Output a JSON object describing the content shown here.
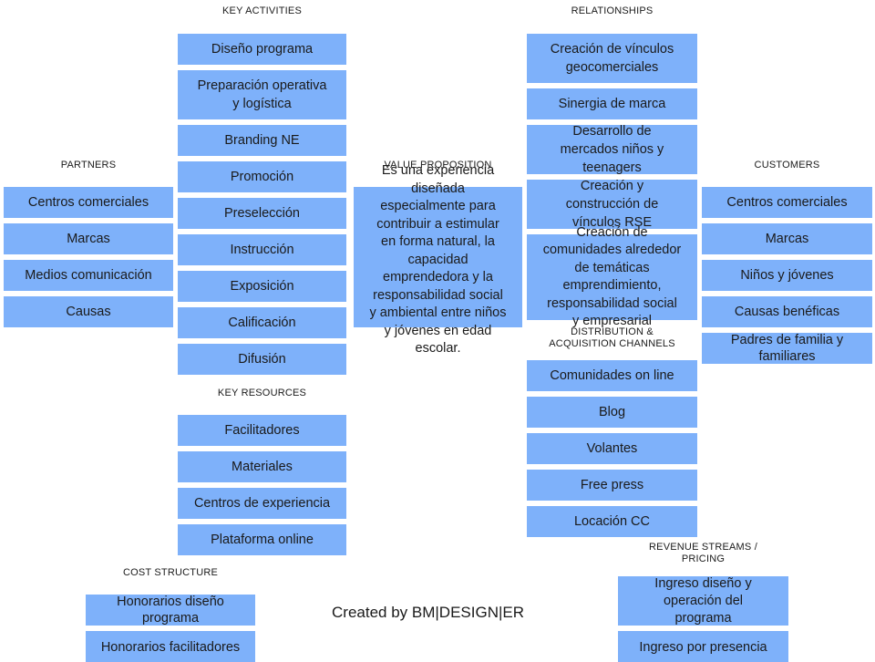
{
  "headers": {
    "key_activities": "KEY ACTIVITIES",
    "relationships": "RELATIONSHIPS",
    "partners": "PARTNERS",
    "value_proposition": "VALUE PROPOSITION",
    "customers": "CUSTOMERS",
    "key_resources": "KEY RESOURCES",
    "distribution": "DISTRIBUTION  &\nACQUISITION  CHANNELS",
    "cost_structure": "COST  STRUCTURE",
    "revenue": "REVENUE STREAMS  /\nPRICING"
  },
  "key_activities": [
    "Diseño programa",
    "Preparación operativa\ny logística",
    "Branding NE",
    "Promoción",
    "Preselección",
    "Instrucción",
    "Exposición",
    "Calificación",
    "Difusión"
  ],
  "relationships": [
    "Creación de vínculos\ngeocomerciales",
    "Sinergia  de marca",
    "Desarrollo de\nmercados niños y\nteenagers",
    "Creación y\nconstrucción de\nvínculos RSE",
    "Creación de\ncomunidades alrededor\nde temáticas\nemprendimiento,\nresponsabilidad social\ny empresarial"
  ],
  "partners": [
    "Centros comerciales",
    "Marcas",
    "Medios comunicación",
    "Causas"
  ],
  "value_proposition": "Es una experiencia\ndiseñada\nespecialmente para\ncontribuir a estimular\nen forma natural,  la\ncapacidad\nemprendedora y la\nresponsabilidad social\ny ambiental entre niños\ny jóvenes en edad\nescolar.",
  "customers": [
    "Centros comerciales",
    "Marcas",
    "Niños y jóvenes",
    "Causas benéficas",
    "Padres de familia y\nfamiliares"
  ],
  "key_resources": [
    "Facilitadores",
    "Materiales",
    "Centros de experiencia",
    "Plataforma online"
  ],
  "channels": [
    "Comunidades on line",
    "Blog",
    "Volantes",
    "Free press",
    "Locación CC"
  ],
  "cost_structure": [
    "Honorarios diseño\nprograma",
    "Honorarios facilitadores"
  ],
  "revenue": [
    "Ingreso diseño y\noperación del\nprograma",
    "Ingreso por presencia"
  ],
  "footer": "Created by BM|DESIGN|ER",
  "colors": {
    "box": "#7eb1fa",
    "text": "#1a1a1a"
  }
}
